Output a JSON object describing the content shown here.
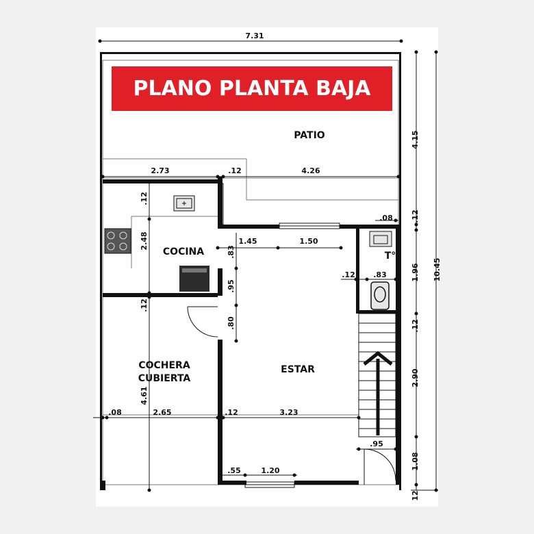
{
  "title": "PLANO PLANTA BAJA",
  "colors": {
    "banner": "#e01f26",
    "wall": "#111111",
    "line": "#777777"
  },
  "rooms": {
    "patio": "PATIO",
    "cocina": "COCINA",
    "toilet": "T°",
    "cochera_line1": "COCHERA",
    "cochera_line2": "CUBIERTA",
    "estar": "ESTAR"
  },
  "dimensions": {
    "overall_width": "7.31",
    "total_height": "10.45",
    "patio_depth": "4.15",
    "wall_12_a": ".12",
    "toilet_depth": "1.96",
    "wall_12_b": ".12",
    "stair_run": "2.90",
    "front_depth": "1.08",
    "wall_12_c": "12",
    "cocina_width": "2.73",
    "wall_12_top": ".12",
    "patio_width": "4.26",
    "cocina_wall_12": ".12",
    "cocina_depth": "2.48",
    "cochera_wall_12": ".12",
    "cochera_depth": "4.61",
    "opening_145": "1.45",
    "window_150": "1.50",
    "wall_08_toilet": ".08",
    "wall_12_toilet": ".12",
    "toilet_width": ".83",
    "partition_83": ".83",
    "opening_95": ".95",
    "door_80": ".80",
    "wall_08_left": ".08",
    "cochera_width": "2.65",
    "wall_12_mid": ".12",
    "estar_width": "3.23",
    "door_95": ".95",
    "wall_55": ".55",
    "window_120": "1.20"
  }
}
